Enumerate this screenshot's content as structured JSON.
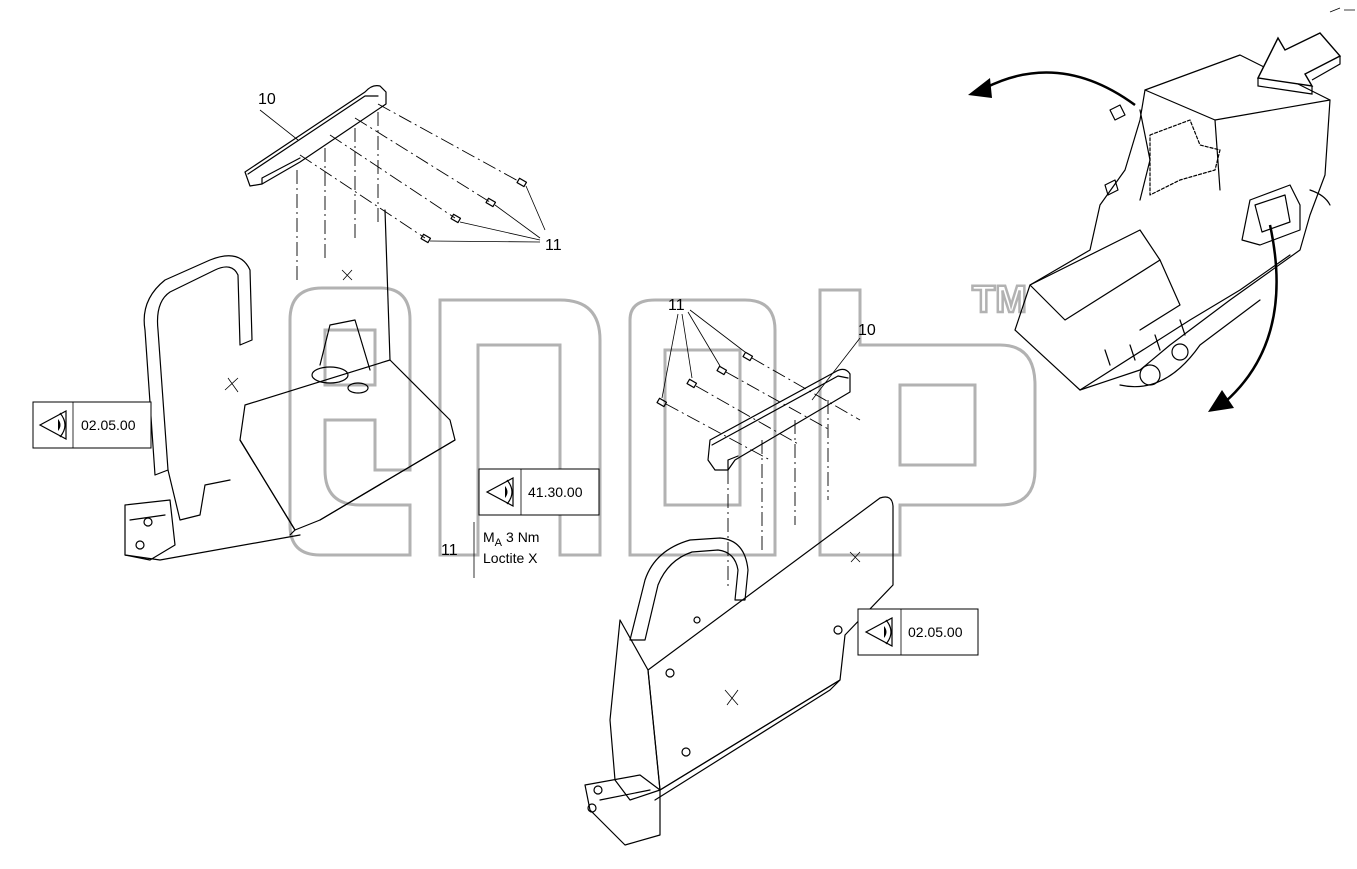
{
  "watermark": {
    "text": "enab",
    "tm": "TM"
  },
  "callouts": {
    "left_part": "10",
    "left_pins": "11",
    "right_pins": "11",
    "right_part": "10",
    "torque_pos": "11"
  },
  "view_refs": [
    {
      "label": "02.05.00"
    },
    {
      "label": "41.30.00"
    },
    {
      "label": "02.05.00"
    }
  ],
  "torque": {
    "symbol": "M",
    "subscript": "A",
    "value": "3 Nm",
    "adhesive": "Loctite X"
  },
  "icons": [
    "view-eye-icon",
    "direction-arrow-icon",
    "rotate-arrow-icon"
  ]
}
